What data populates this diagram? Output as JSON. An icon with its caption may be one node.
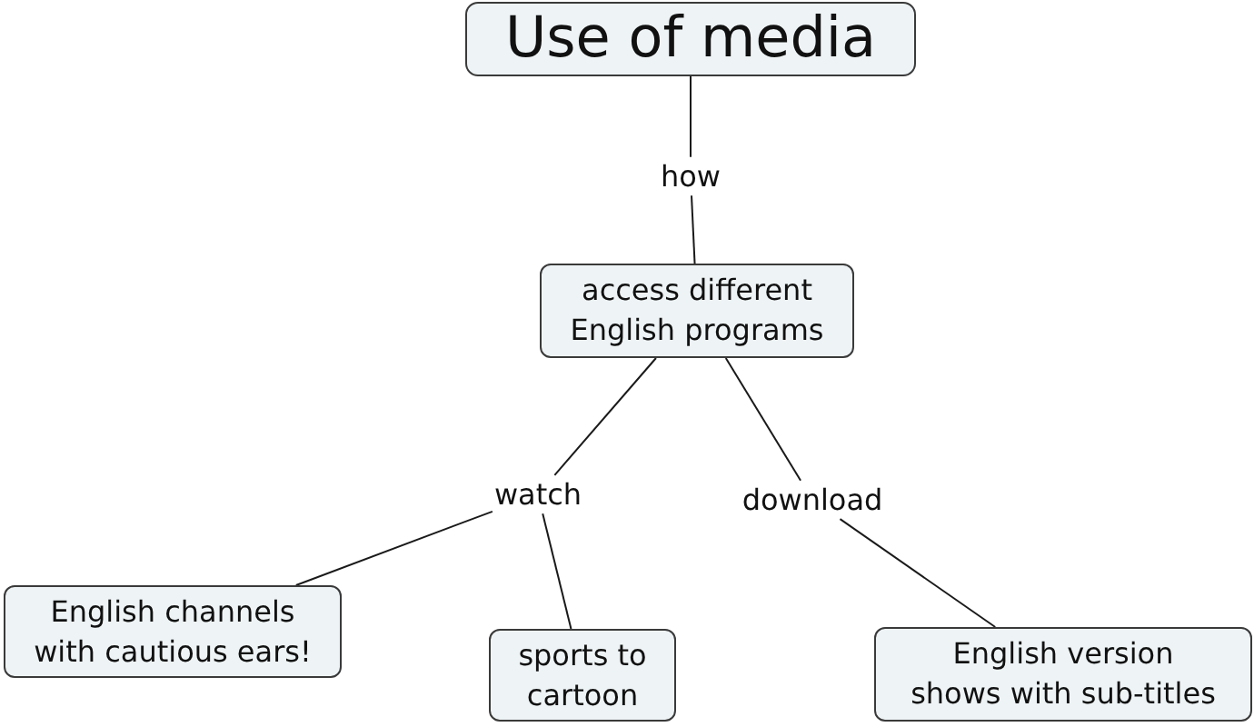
{
  "diagram": {
    "nodes": [
      {
        "text": [
          "Use of media"
        ]
      },
      {
        "text": [
          "how"
        ]
      },
      {
        "text": [
          "access different English programs"
        ]
      },
      {
        "text": [
          "watch"
        ]
      },
      {
        "text": [
          "download"
        ]
      },
      {
        "text": [
          "English channels with cautious ears!"
        ]
      },
      {
        "text": [
          "sports to cartoon"
        ]
      },
      {
        "text": [
          "English version shows with sub-titles"
        ]
      }
    ],
    "edges": [
      {
        "from": 0,
        "to": 1,
        "arrow": "none"
      },
      {
        "from": 1,
        "to": 2,
        "arrow": "none"
      },
      {
        "from": 2,
        "to": 3,
        "arrow": "none"
      },
      {
        "from": 3,
        "to": 5,
        "arrow": "none"
      },
      {
        "from": 3,
        "to": 6,
        "arrow": "none"
      },
      {
        "from": 2,
        "to": 4,
        "arrow": "none"
      },
      {
        "from": 4,
        "to": 7,
        "arrow": "none"
      }
    ]
  }
}
